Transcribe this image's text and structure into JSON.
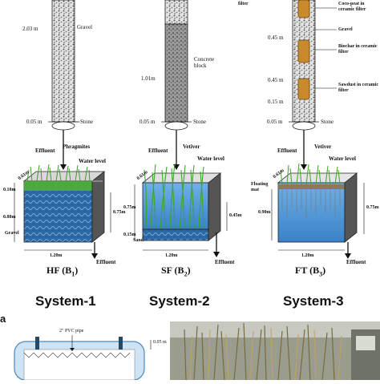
{
  "figure": {
    "panel_letter": "a",
    "systems": [
      {
        "title": "System-1",
        "caption": "HF (B",
        "sub": "1",
        "caption_end": ")",
        "labels": {
          "height_main": "2.03 m",
          "media": "Gravel",
          "height_base": "0.05 m",
          "stone": "Stone",
          "effluent_top": "Effluent",
          "plant": "Phragmites",
          "water": "Water level",
          "depth_top": "0.61m",
          "d1": "0.10m",
          "d2": "0.80m",
          "bottom_media": "Gravel",
          "width": "1.20m",
          "side": "0.75m",
          "effluent_out": "Effluent"
        }
      },
      {
        "title": "System-2",
        "caption": "SF (B",
        "sub": "2",
        "caption_end": ")",
        "labels": {
          "height_main": "1.01m",
          "media": "Concrete block",
          "height_base": "0.05 m",
          "stone": "Stone",
          "effluent_top": "Effluent",
          "plant": "Vetiver",
          "water": "Water level",
          "depth_top": "0.61m",
          "d1": "0.75m",
          "d2": "0.15m",
          "sand": "Sand",
          "width": "1.20m",
          "side": "0.45m",
          "effluent_out": "Effluent"
        }
      },
      {
        "title": "System-3",
        "caption": "FT (B",
        "sub": "3",
        "caption_end": ")",
        "labels": {
          "filter": "filter",
          "coco": "Coco-peat in ceramic filter",
          "gravel": "Gravel",
          "biochar": "Biochar in ceramic filter",
          "sawdust": "Sawdust in ceramic filter",
          "h1": "0.45 m",
          "h2": "0.45 m",
          "h3": "0.15 m",
          "height_base": "0.05 m",
          "stone": "Stone",
          "effluent_top": "Effluent",
          "plant": "Vetiver",
          "water": "Water level",
          "depth_top": "0.61m",
          "floating": "Floating mat",
          "d1": "0.90m",
          "width": "1.20m",
          "side": "0.75m",
          "effluent_out": "Effluent"
        }
      }
    ],
    "pipe_label": "2\" PVC pipe",
    "pipe_dim": "0.05 m",
    "colors": {
      "gravel": "#cfcfcf",
      "water": "#3f7fc0",
      "box_side": "#555555",
      "grass": "#5ab33a",
      "photo_bg": "#b8a77a"
    }
  }
}
